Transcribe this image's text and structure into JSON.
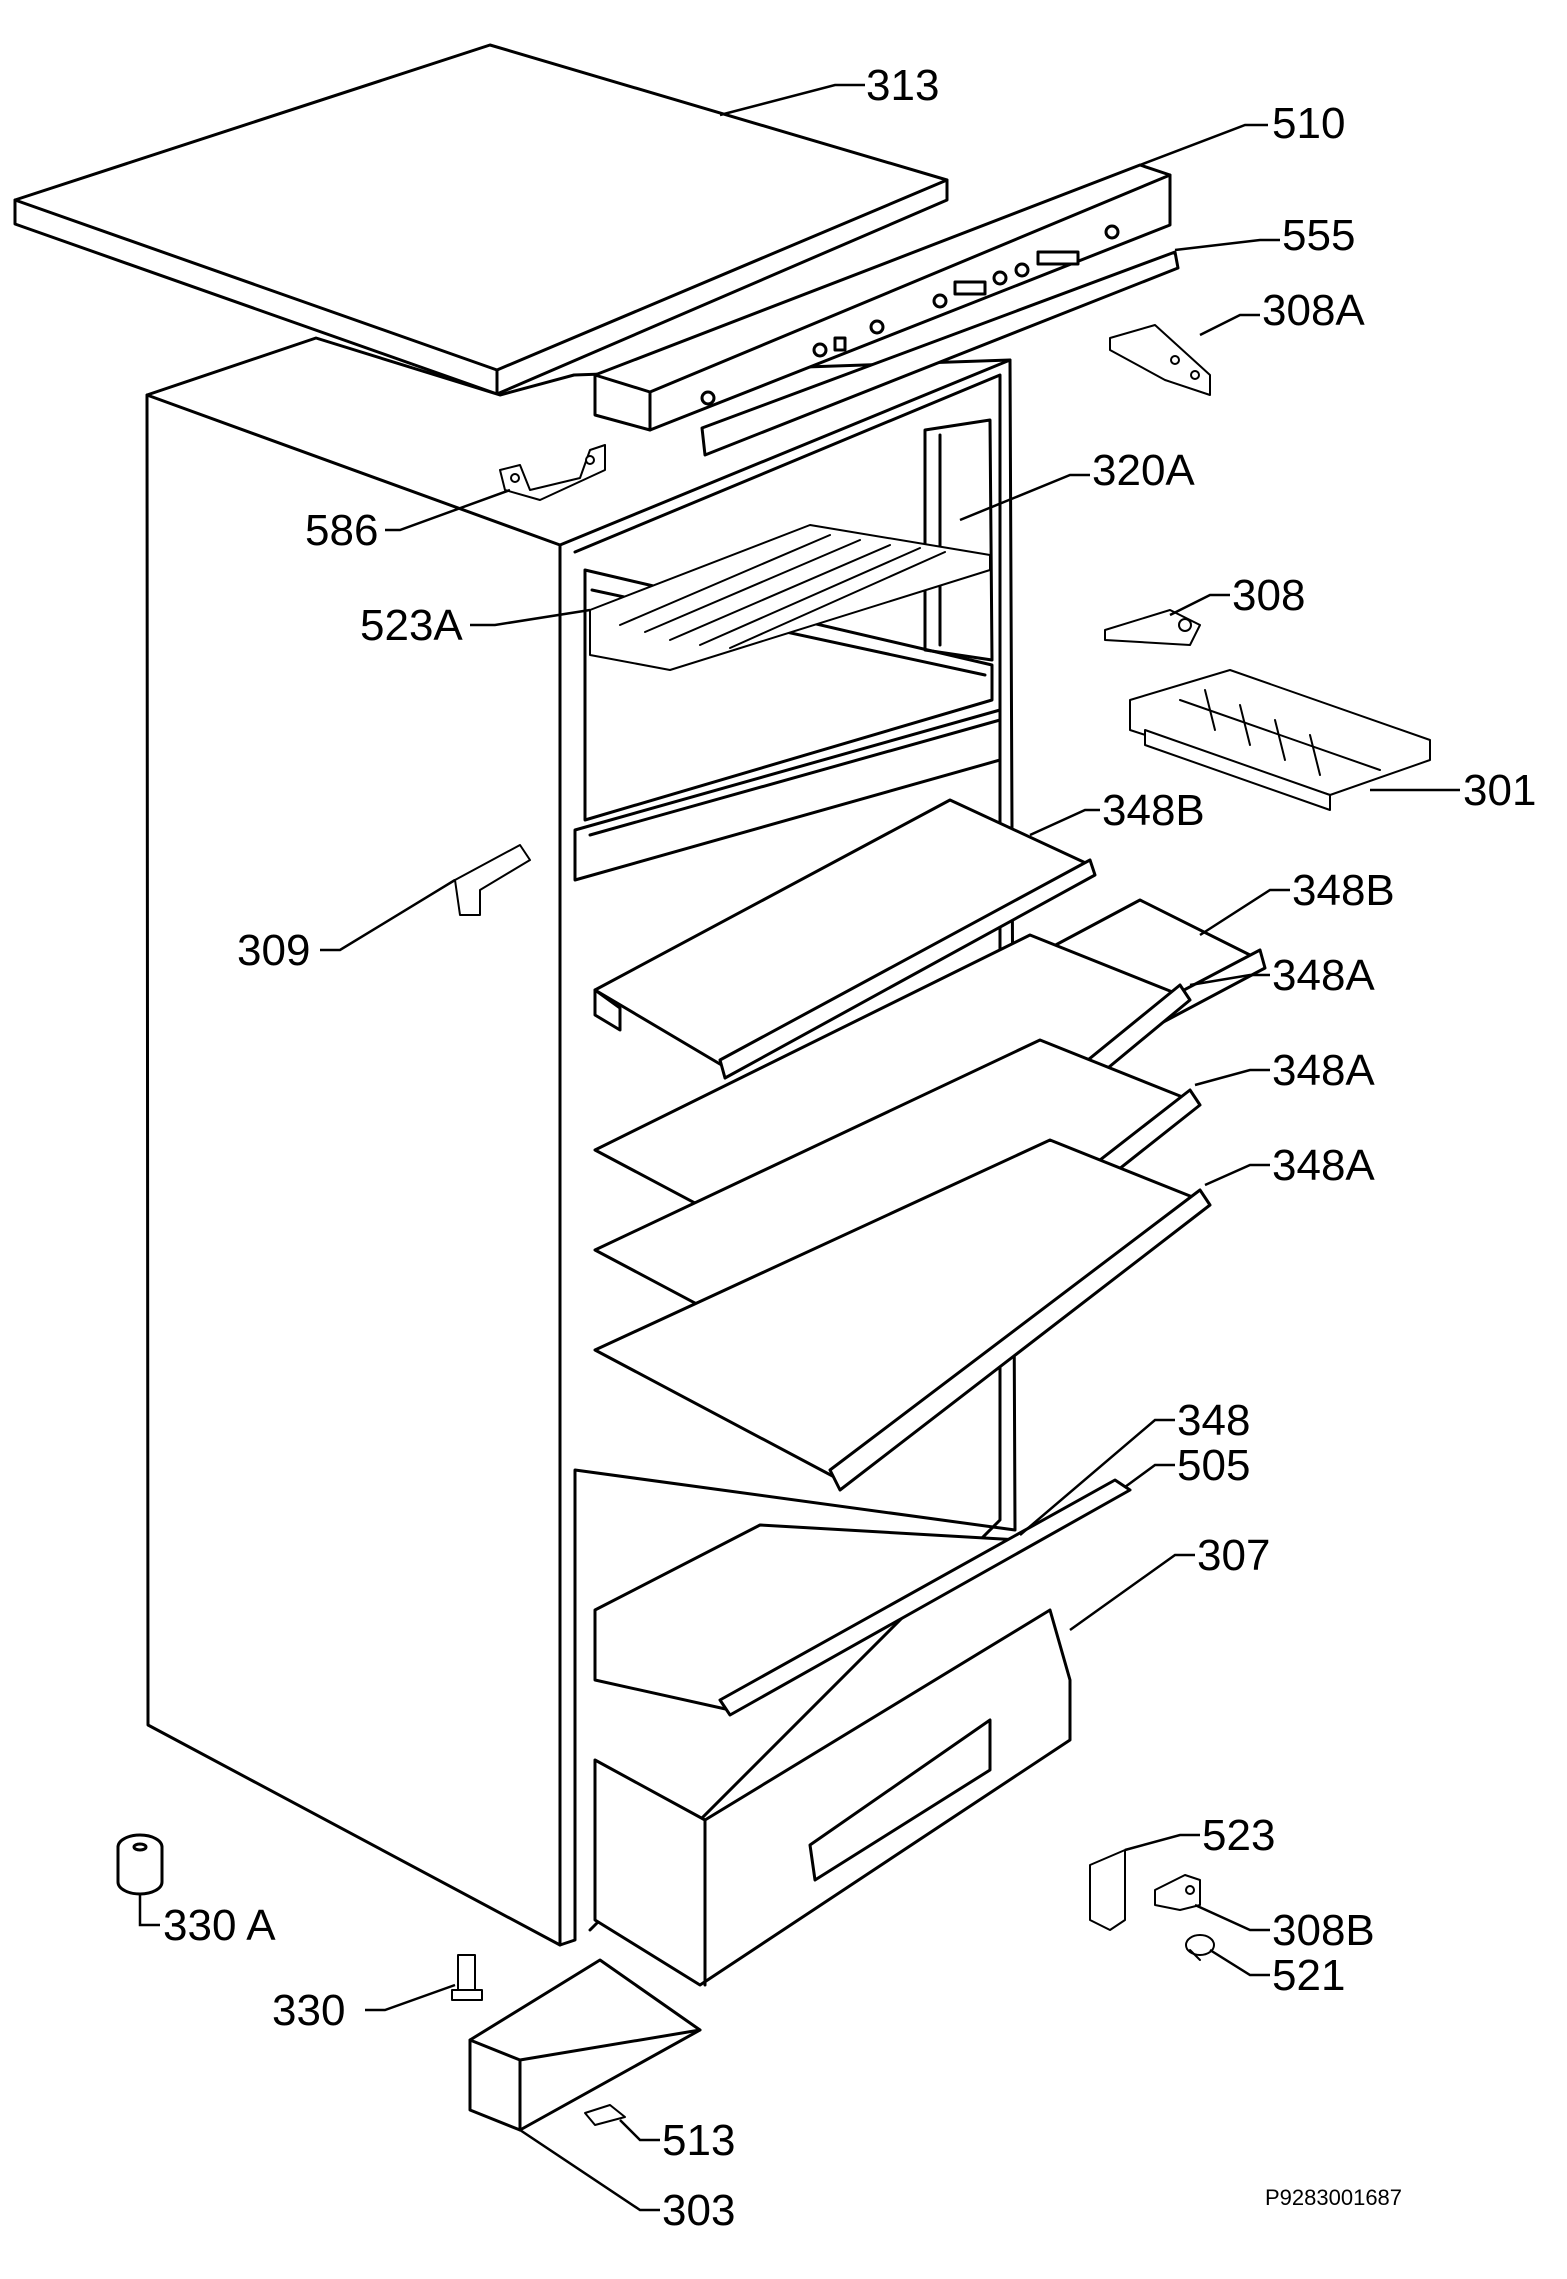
{
  "document_code": "P9283001687",
  "parts": [
    {
      "id": "p313",
      "number": "313"
    },
    {
      "id": "p510",
      "number": "510"
    },
    {
      "id": "p555",
      "number": "555"
    },
    {
      "id": "p308a",
      "number": "308A"
    },
    {
      "id": "p320a",
      "number": "320A"
    },
    {
      "id": "p586",
      "number": "586"
    },
    {
      "id": "p523a",
      "number": "523A"
    },
    {
      "id": "p308",
      "number": "308"
    },
    {
      "id": "p301",
      "number": "301"
    },
    {
      "id": "p348b_1",
      "number": "348B"
    },
    {
      "id": "p348b_2",
      "number": "348B"
    },
    {
      "id": "p309",
      "number": "309"
    },
    {
      "id": "p348a_1",
      "number": "348A"
    },
    {
      "id": "p348a_2",
      "number": "348A"
    },
    {
      "id": "p348a_3",
      "number": "348A"
    },
    {
      "id": "p348",
      "number": "348"
    },
    {
      "id": "p505",
      "number": "505"
    },
    {
      "id": "p307",
      "number": "307"
    },
    {
      "id": "p523",
      "number": "523"
    },
    {
      "id": "p330a",
      "number": "330 A"
    },
    {
      "id": "p308b",
      "number": "308B"
    },
    {
      "id": "p330",
      "number": "330"
    },
    {
      "id": "p521",
      "number": "521"
    },
    {
      "id": "p513",
      "number": "513"
    },
    {
      "id": "p303",
      "number": "303"
    }
  ]
}
